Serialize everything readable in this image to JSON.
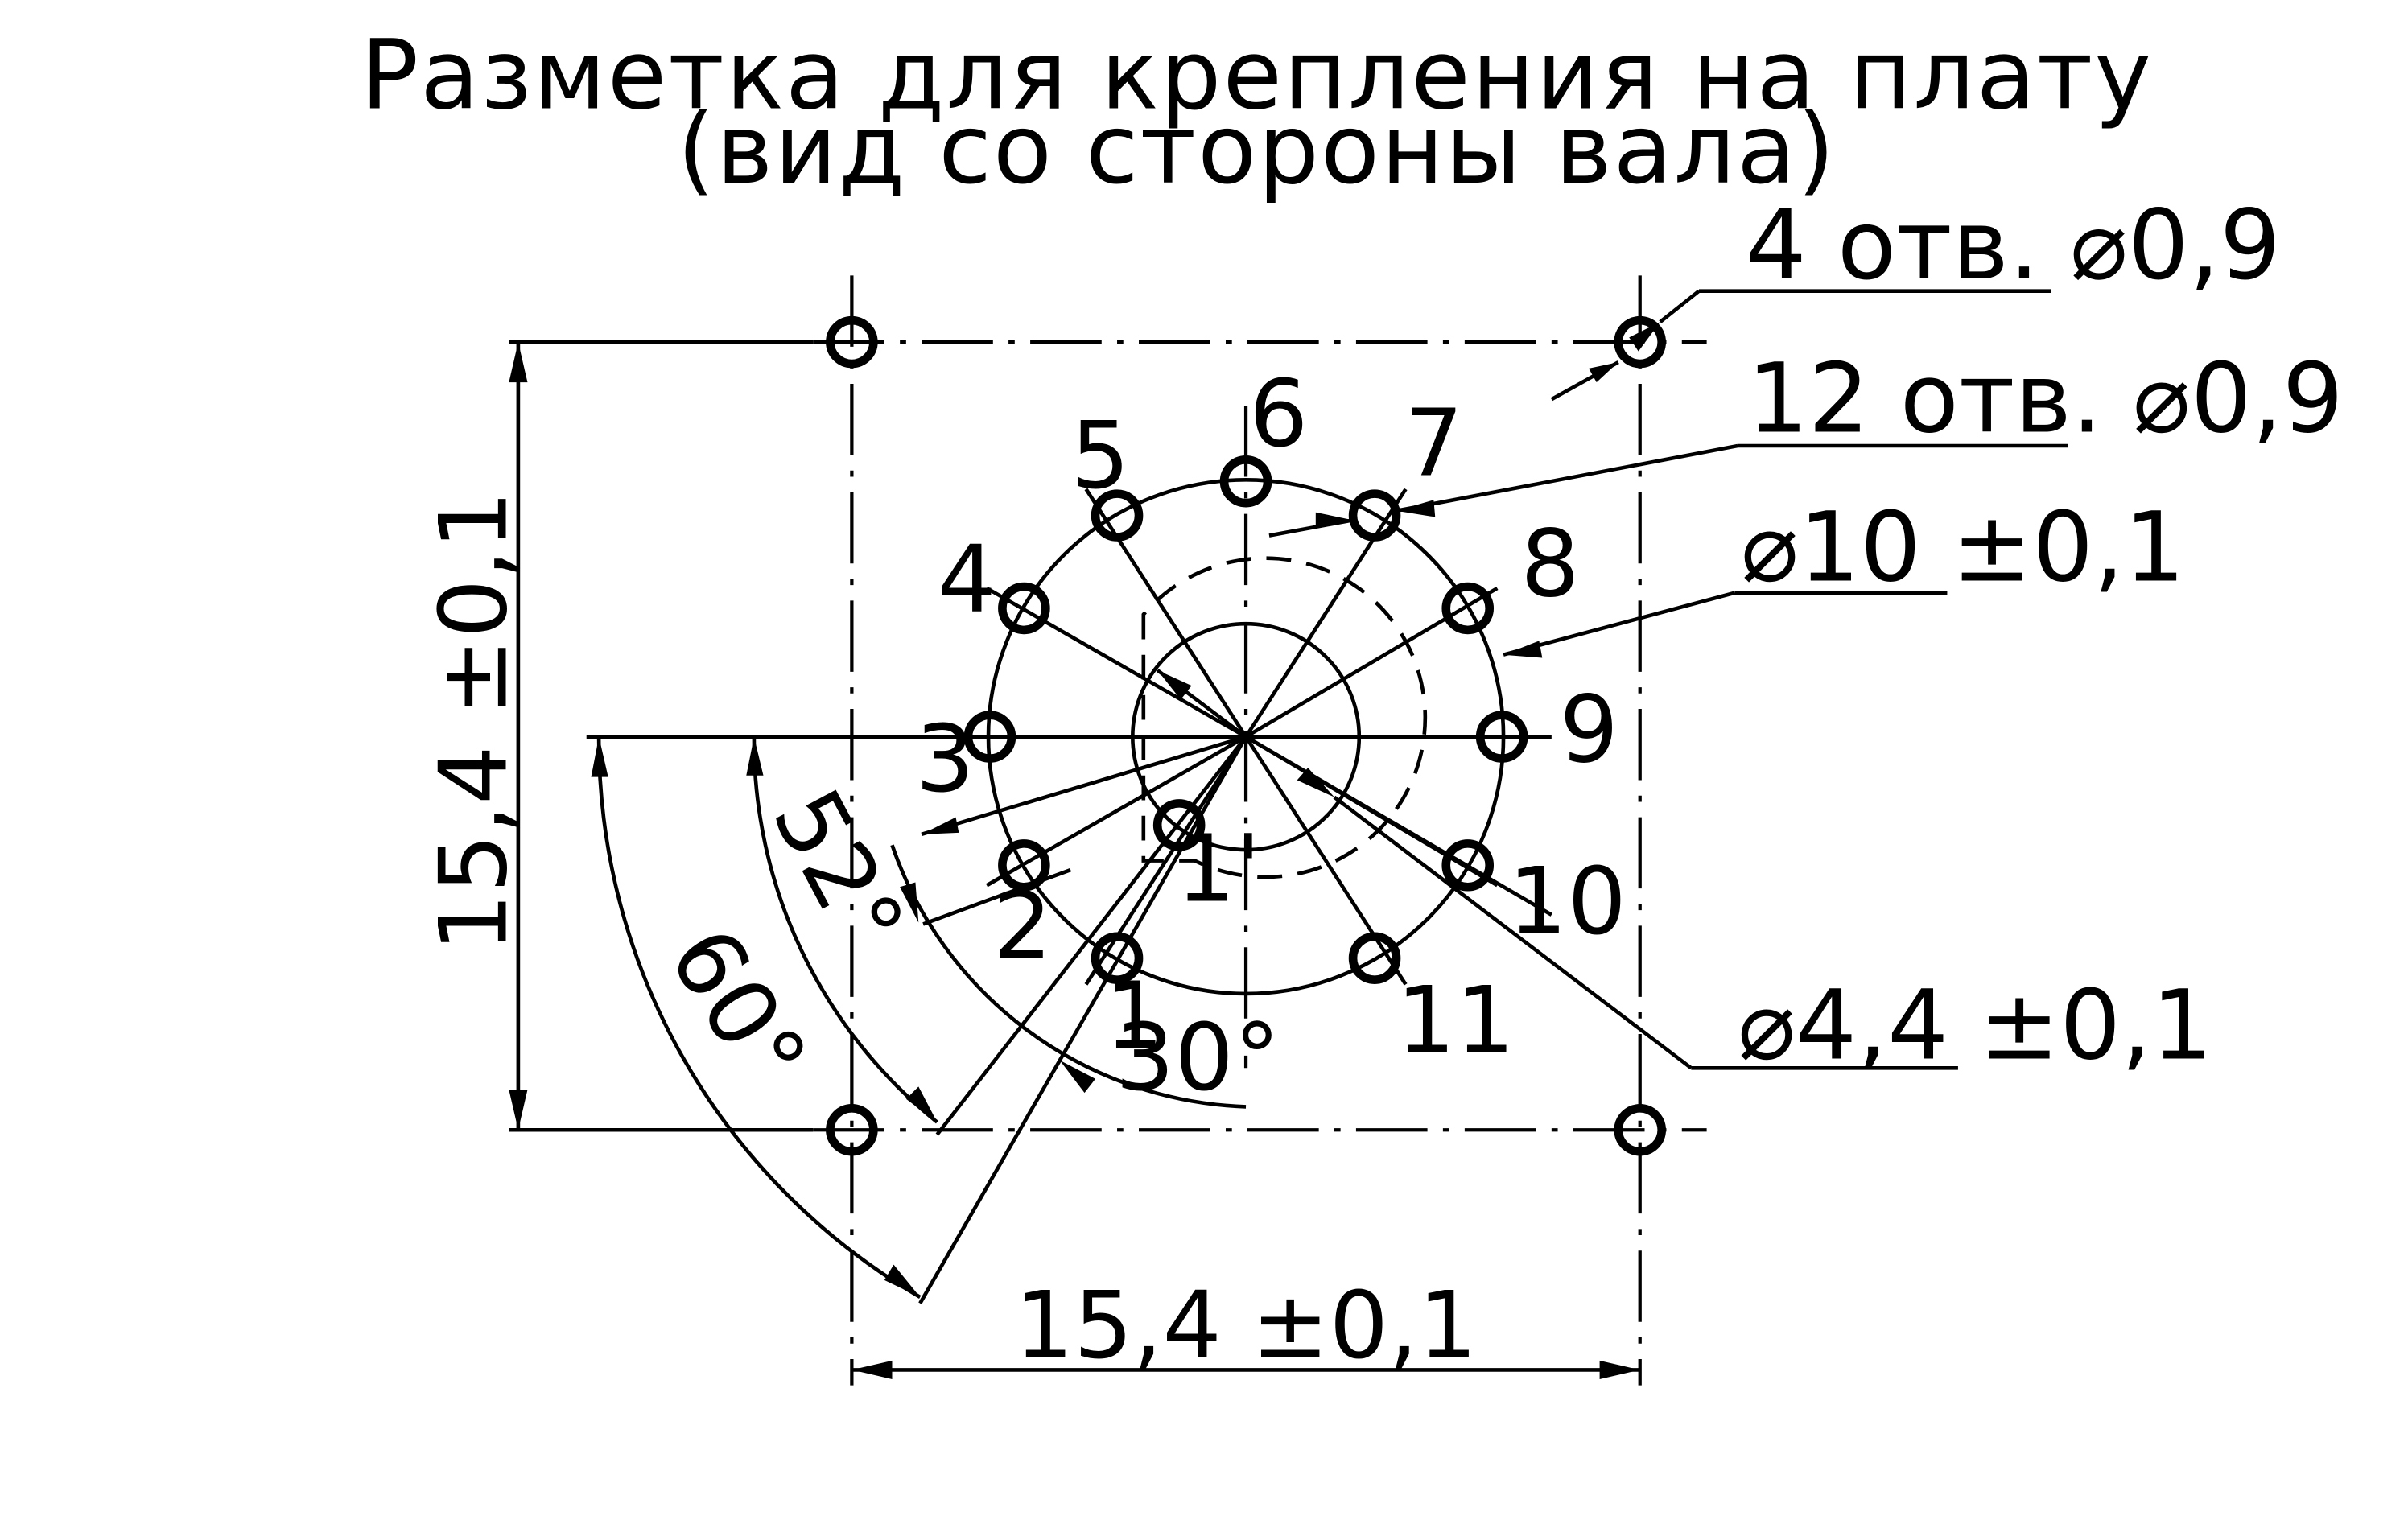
{
  "title": {
    "line1": "Разметка для крепления на плату",
    "line2": "(вид со стороны вала)"
  },
  "notes": {
    "mount_holes": "4 отв.  ⌀0,9",
    "pin_holes": "12 отв.  ⌀0,9",
    "outer_diameter": "⌀10 ±0,1",
    "inner_diameter": "⌀4,4 ±0,1"
  },
  "dimensions": {
    "horizontal": "15,4 ±0,1",
    "vertical": "15,4 ±0,1",
    "angle_60": "60°",
    "angle_52": "52°",
    "angle_30": "30°"
  },
  "pins": {
    "p1": "1",
    "p1prime": "1'",
    "p2": "2",
    "p3": "3",
    "p4": "4",
    "p5": "5",
    "p6": "6",
    "p7": "7",
    "p8": "8",
    "p9": "9",
    "p10": "10",
    "p11": "11"
  }
}
